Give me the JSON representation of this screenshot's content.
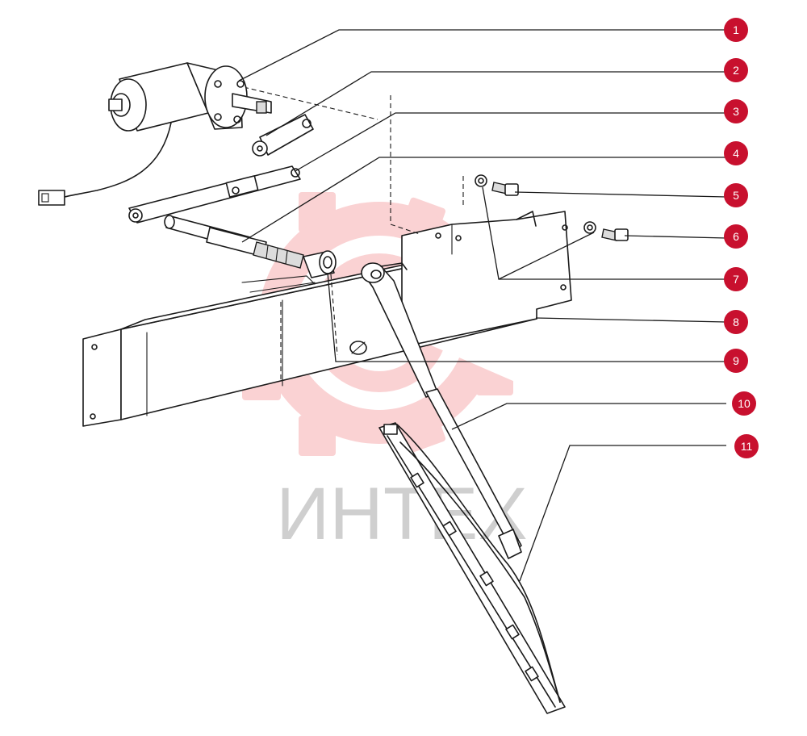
{
  "diagram": {
    "callouts": [
      "1",
      "2",
      "3",
      "4",
      "5",
      "6",
      "7",
      "8",
      "9",
      "10",
      "11"
    ]
  },
  "watermark": {
    "text": "ИНТЕХ",
    "color": "#e8323a"
  },
  "colors": {
    "badge": "#c8102e",
    "line": "#1a1a1a"
  }
}
